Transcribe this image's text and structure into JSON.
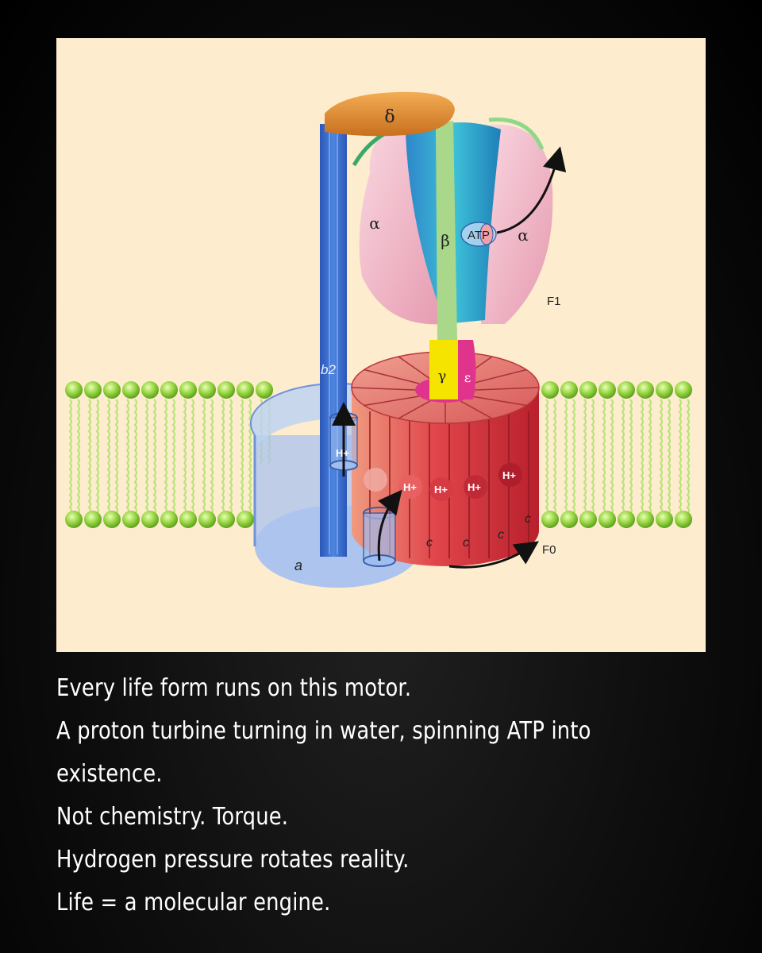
{
  "diagram": {
    "labels": {
      "delta": "δ",
      "alpha_left": "α",
      "alpha_right": "α",
      "beta": "β",
      "atp": "ATP",
      "f1": "F1",
      "b2": "b2",
      "gamma": "γ",
      "epsilon": "ε",
      "a": "a",
      "c": "c",
      "f0": "F0",
      "proton": "H+"
    },
    "colors": {
      "background": "#fdeccd",
      "delta": "#e08a2c",
      "b2_stalk": "#3b6fd0",
      "alpha": "#f2b8c8",
      "beta": "#2bb0cf",
      "gamma": "#f5e400",
      "epsilon": "#e0348c",
      "c_ring": "#d8353c",
      "a_subunit": "#a9c3ef",
      "lipid_head": "#8fd13c"
    }
  },
  "caption": {
    "lines": [
      "Every life form runs on this motor.",
      "A proton turbine turning in water, spinning ATP into",
      "existence.",
      "Not chemistry. Torque.",
      "Hydrogen pressure rotates reality.",
      "Life = a molecular engine."
    ]
  }
}
